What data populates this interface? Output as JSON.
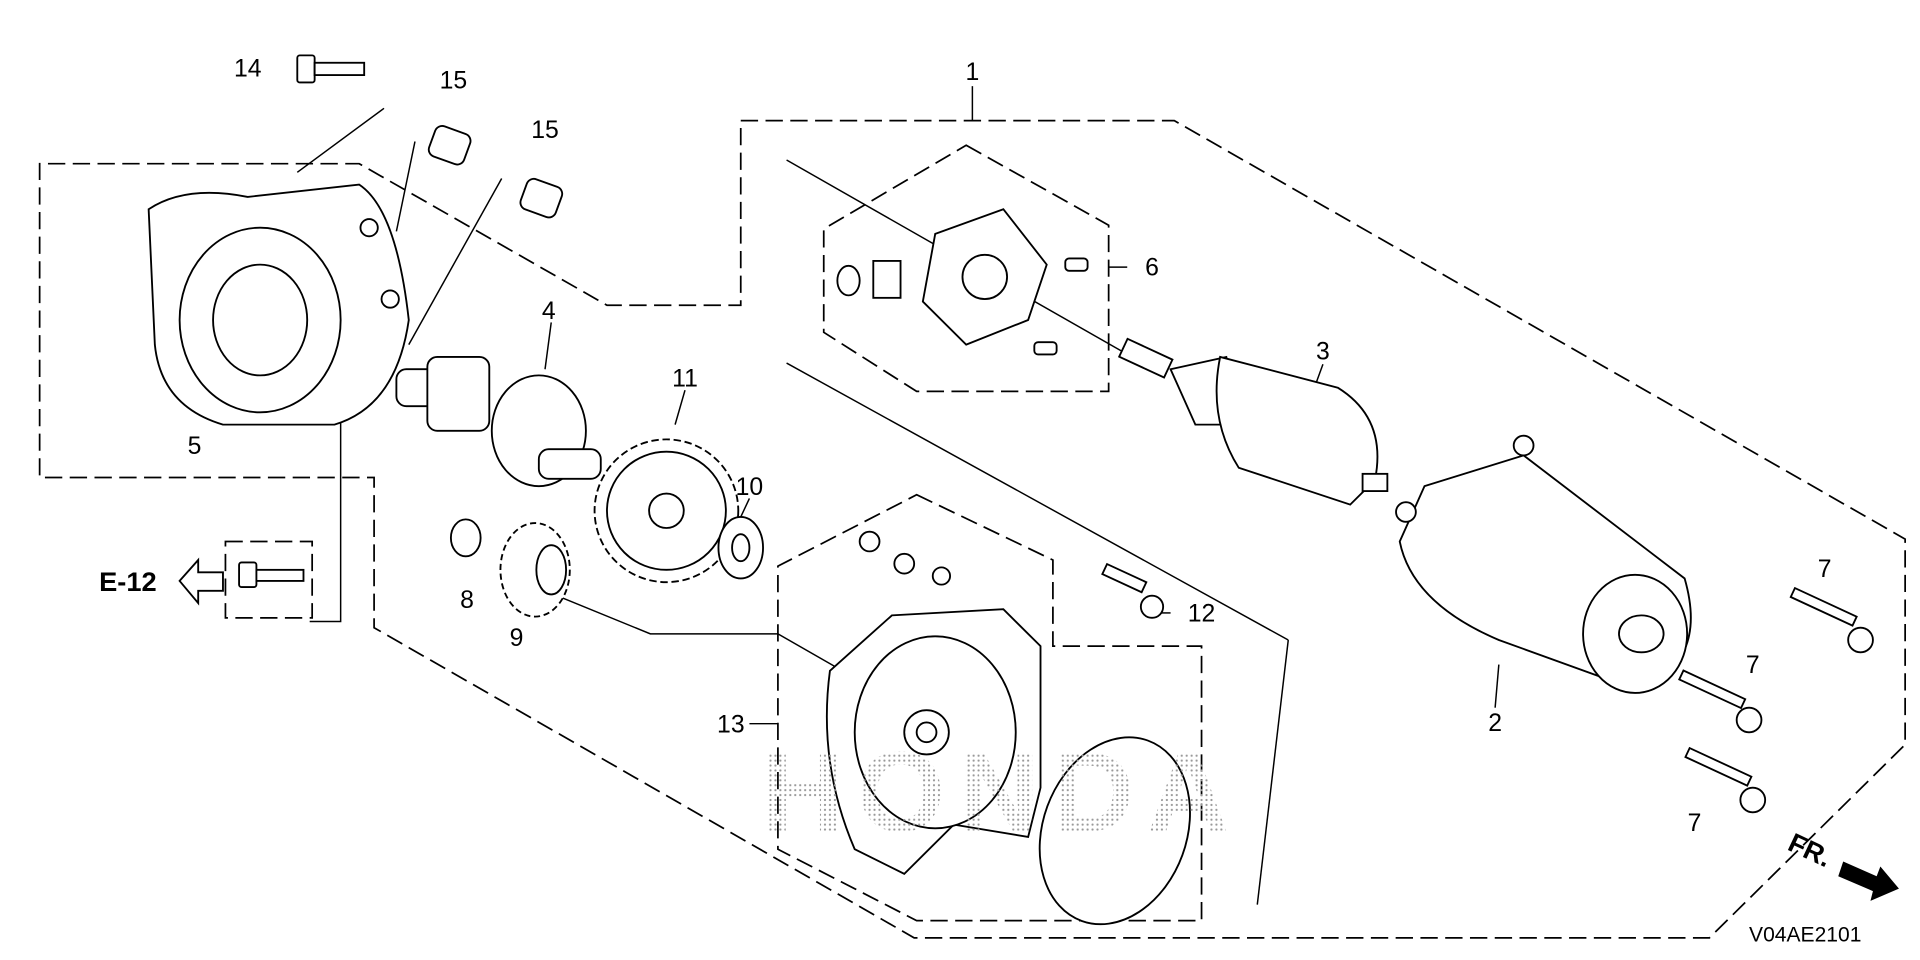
{
  "diagram": {
    "code": "V04AE2101",
    "watermark": "HONDA",
    "reference": "E-12",
    "direction": "FR.",
    "callouts": {
      "c1": "1",
      "c2": "2",
      "c3": "3",
      "c4": "4",
      "c5": "5",
      "c6": "6",
      "c7a": "7",
      "c7b": "7",
      "c7c": "7",
      "c8": "8",
      "c9": "9",
      "c10": "10",
      "c11": "11",
      "c12": "12",
      "c13": "13",
      "c14": "14",
      "c15a": "15",
      "c15b": "15"
    }
  }
}
